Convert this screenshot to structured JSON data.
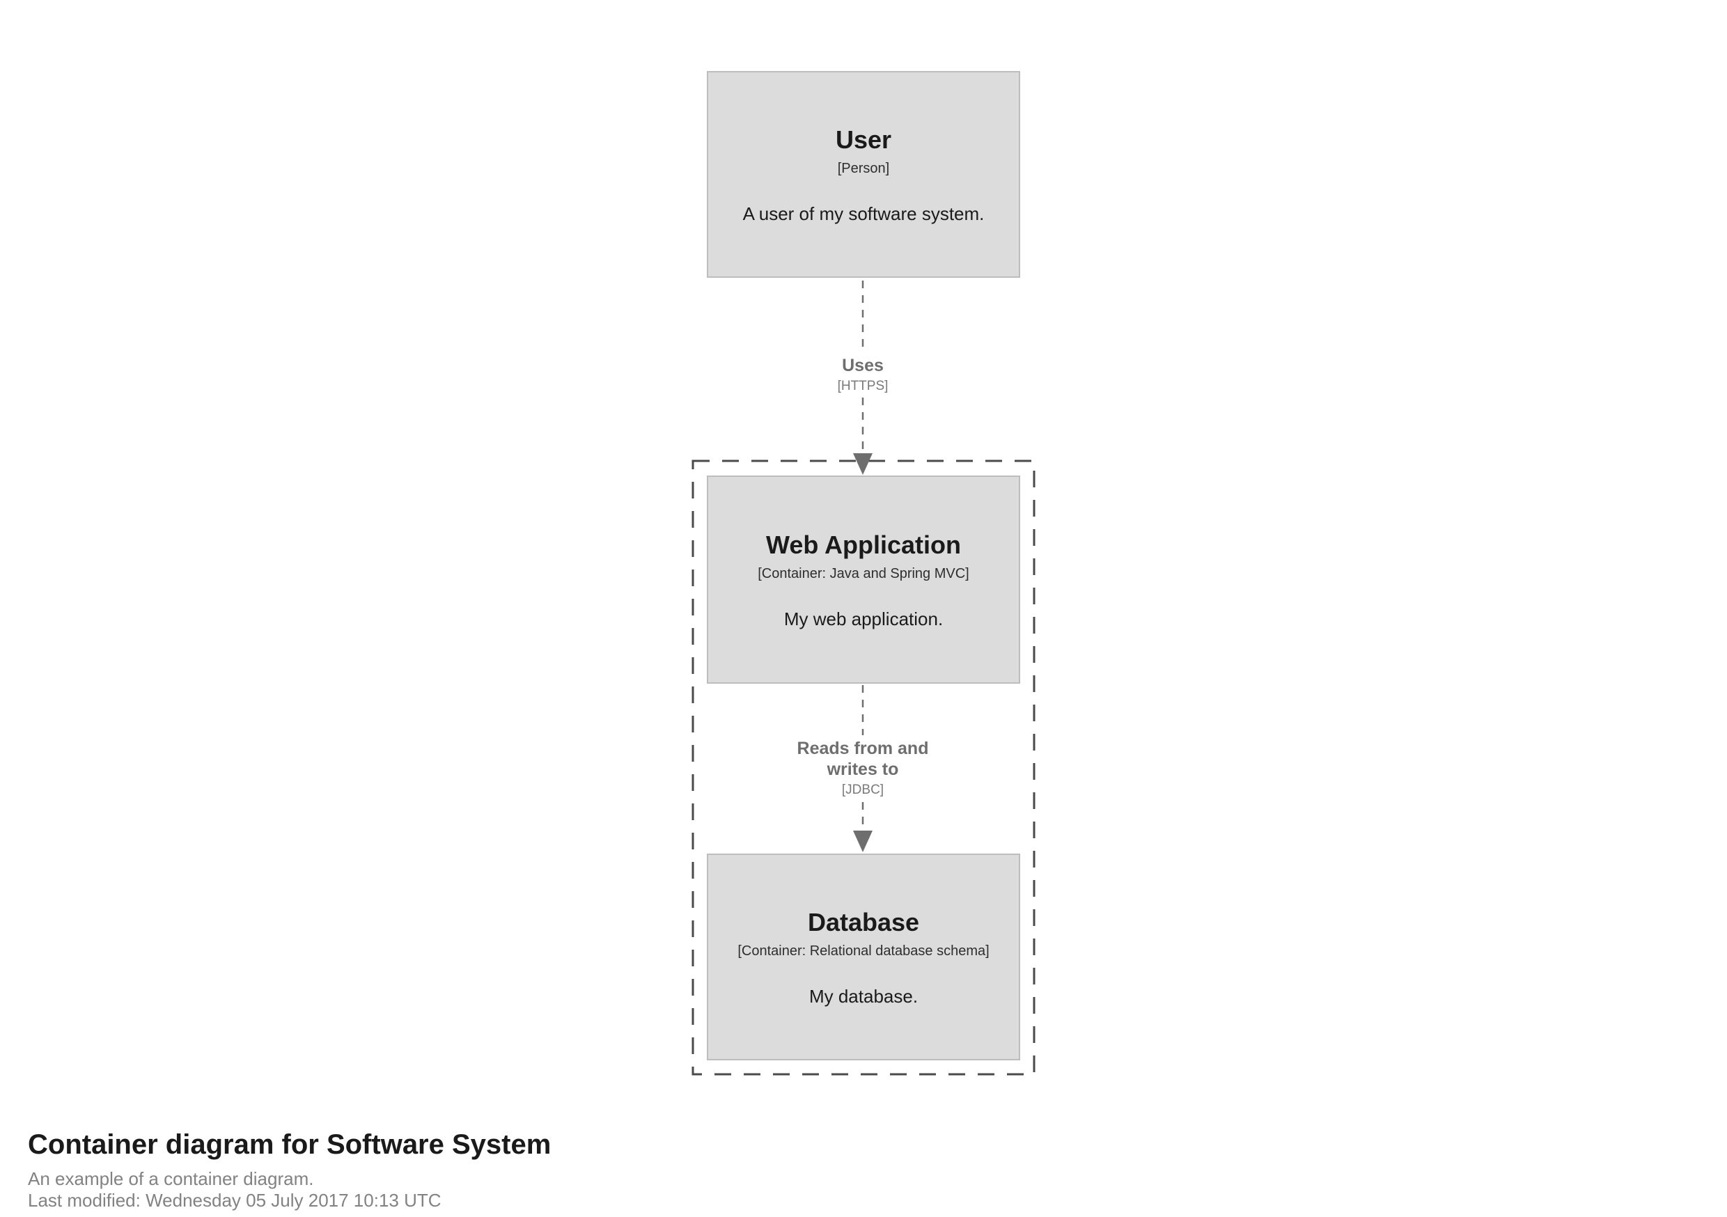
{
  "diagram": {
    "elements": [
      {
        "name": "User",
        "metadata": "[Person]",
        "description": "A user of my software system."
      },
      {
        "name": "Web Application",
        "metadata": "[Container: Java and Spring MVC]",
        "description": "My web application."
      },
      {
        "name": "Database",
        "metadata": "[Container: Relational database schema]",
        "description": "My database."
      }
    ],
    "relationships": [
      {
        "description": "Uses",
        "technology": "[HTTPS]"
      },
      {
        "description": "Reads from and writes to",
        "technology": "[JDBC]"
      }
    ],
    "footer": {
      "title": "Container diagram for Software System",
      "subtitle": "An example of a container diagram.",
      "last_modified": "Last modified: Wednesday 05 July 2017 10:13 UTC"
    },
    "colors": {
      "box-fill": "#dcdcdc",
      "box-border": "#bdbdbd",
      "rel-color": "#6e6e6e",
      "boundary-color": "#4a4a4a",
      "footer-sub-color": "#828282"
    }
  }
}
